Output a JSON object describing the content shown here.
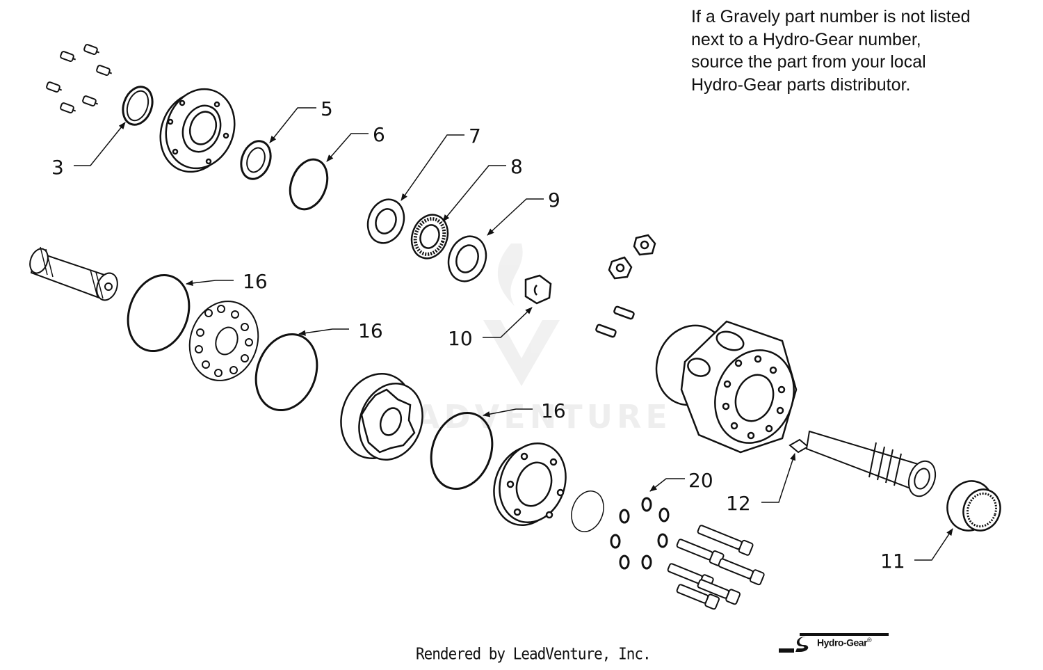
{
  "note_lines": [
    "If a Gravely part number is not listed",
    "next to a Hydro-Gear number,",
    "source the part from your local",
    "Hydro-Gear parts distributor."
  ],
  "callouts": [
    "3",
    "5",
    "6",
    "7",
    "8",
    "9",
    "16",
    "16",
    "16",
    "10",
    "20",
    "12",
    "11"
  ],
  "footer": "Rendered by LeadVenture, Inc.",
  "brand": {
    "name": "Hydro-Gear",
    "mark": "®"
  },
  "watermark": "LEADVENTURE"
}
